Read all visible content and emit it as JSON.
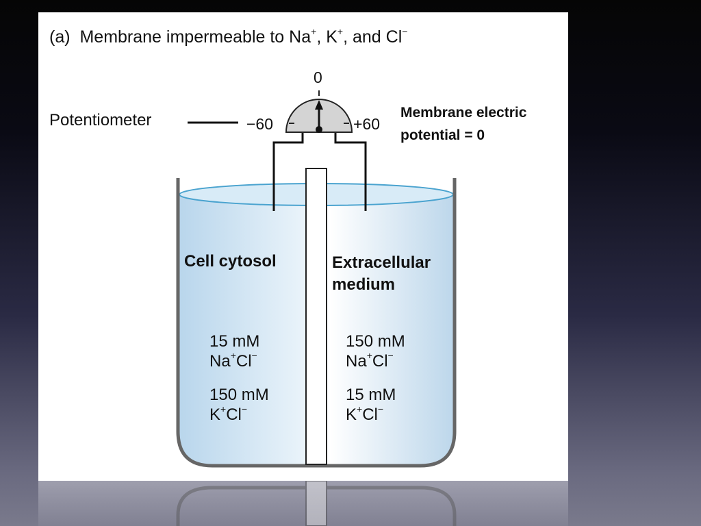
{
  "title": {
    "prefix": "(a)",
    "text": "Membrane impermeable to Na",
    "k": "K",
    "cl": "Cl",
    "sep1": ", ",
    "sep2": ", and "
  },
  "potentiometer": {
    "label": "Potentiometer",
    "scale_min": "−60",
    "scale_zero": "0",
    "scale_max": "+60",
    "needle_value": 0
  },
  "membrane_potential": {
    "line1": "Membrane electric",
    "line2": "potential = 0"
  },
  "cytosol": {
    "title": "Cell cytosol",
    "naCl_conc": "15 mM",
    "kCl_conc": "150 mM"
  },
  "extracellular": {
    "title_line1": "Extracellular",
    "title_line2": "medium",
    "naCl_conc": "150 mM",
    "kCl_conc": "15 mM"
  },
  "species": {
    "na": "Na",
    "k": "K",
    "cl": "Cl",
    "plus": "+",
    "minus": "−"
  },
  "colors": {
    "solution": "#cfe3f2",
    "beaker": "#6a6a6a",
    "meter": "#d4d4d4",
    "background_top": "#050505",
    "background_bottom": "#7a7a8c"
  }
}
